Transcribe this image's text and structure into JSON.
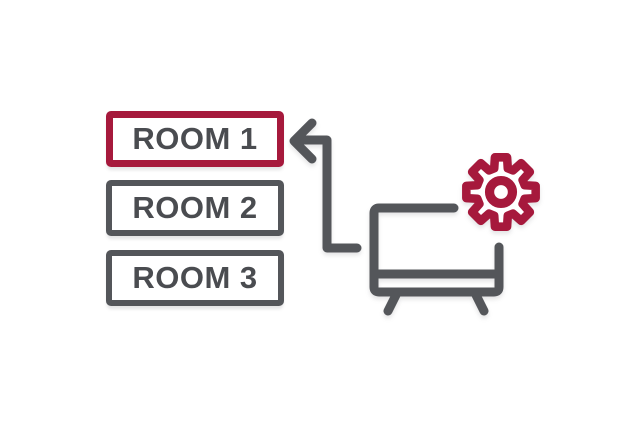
{
  "illustration": {
    "description": "TV settings diagram: arrow from TV with gear points to ROOM 1",
    "background": "#ffffff",
    "rooms": [
      {
        "label": "ROOM 1",
        "highlighted": true
      },
      {
        "label": "ROOM 2",
        "highlighted": false
      },
      {
        "label": "ROOM 3",
        "highlighted": false
      }
    ],
    "colors": {
      "accent_red": "#A6193C",
      "line_gray": "#54565A",
      "label_text": "#4A4C50",
      "fill_white": "#ffffff"
    },
    "icons": {
      "arrow": "arrow-left-icon",
      "tv": "tv-icon",
      "gear": "gear-icon"
    }
  }
}
